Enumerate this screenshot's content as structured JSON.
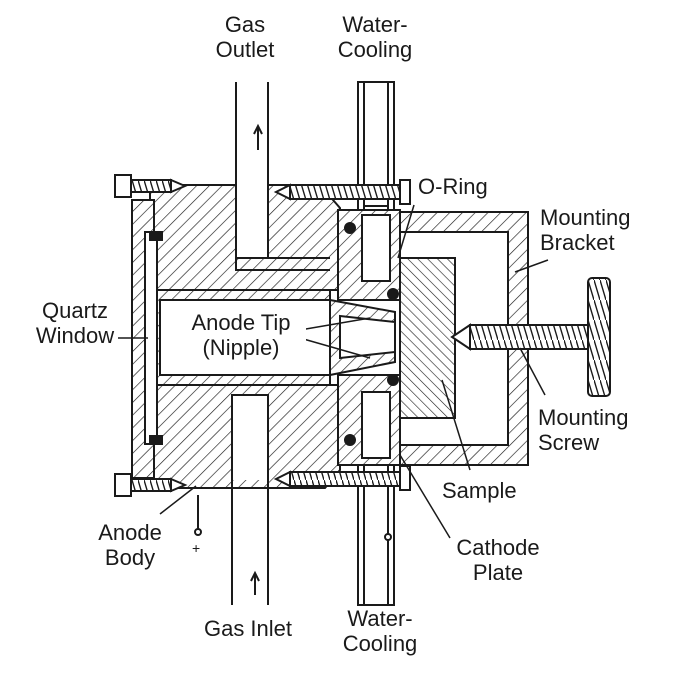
{
  "labels": {
    "gas_outlet": [
      "Gas",
      "Outlet"
    ],
    "water_cooling_top": [
      "Water-",
      "Cooling"
    ],
    "o_ring": "O-Ring",
    "mounting_bracket": [
      "Mounting",
      "Bracket"
    ],
    "quartz_window": [
      "Quartz",
      "Window"
    ],
    "anode_tip": [
      "Anode Tip",
      "(Nipple)"
    ],
    "mounting_screw": [
      "Mounting",
      "Screw"
    ],
    "sample": "Sample",
    "anode_body": [
      "Anode",
      "Body"
    ],
    "cathode_plate": [
      "Cathode",
      "Plate"
    ],
    "gas_inlet": "Gas Inlet",
    "water_cooling_bottom": [
      "Water-",
      "Cooling"
    ],
    "polarity": "+"
  },
  "colors": {
    "ink": "#1a1a1a",
    "paper": "#ffffff"
  }
}
